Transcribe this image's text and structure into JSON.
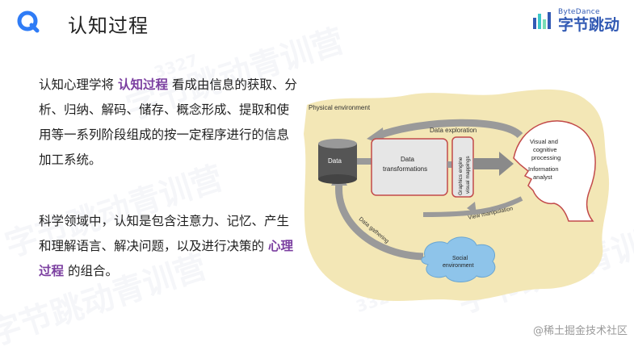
{
  "header": {
    "title": "认知过程",
    "brand_en": "ByteDance",
    "brand_cn": "字节跳动"
  },
  "content": {
    "p1_before": "认知心理学将 ",
    "p1_highlight": "认知过程",
    "p1_after": " 看成由信息的获取、分析、归纳、解码、储存、概念形成、提取和使用等一系列阶段组成的按一定程序进行的信息加工系统。",
    "p2_before": "科学领域中，认知是包含注意力、记忆、产生和理解语言、解决问题，以及进行决策的 ",
    "p2_highlight": "心理过程",
    "p2_after": " 的组合。"
  },
  "diagram": {
    "physical_env": "Physical environment",
    "data_exploration": "Data exploration",
    "data_label": "Data",
    "transform_line1": "Data",
    "transform_line2": "transformations",
    "graphics_line1": "Graphics engine",
    "graphics_line2": "visual mappings",
    "head_line1": "Visual and",
    "head_line2": "cognitive",
    "head_line3": "processing",
    "head_line4": "Information",
    "head_line5": "analyst",
    "view_manipulation": "View manipulation",
    "data_gathering": "Data gathering",
    "social_line1": "Social",
    "social_line2": "environment"
  },
  "watermark": {
    "brand_repeat": "字节跳动青训营",
    "number": "3327"
  },
  "footer": {
    "source": "@稀土掘金技术社区"
  },
  "colors": {
    "accent_purple": "#7b3fa0",
    "brand_blue": "#325ab4",
    "blob_fill": "#f3e7b6",
    "red_box": "#c24a4a"
  }
}
